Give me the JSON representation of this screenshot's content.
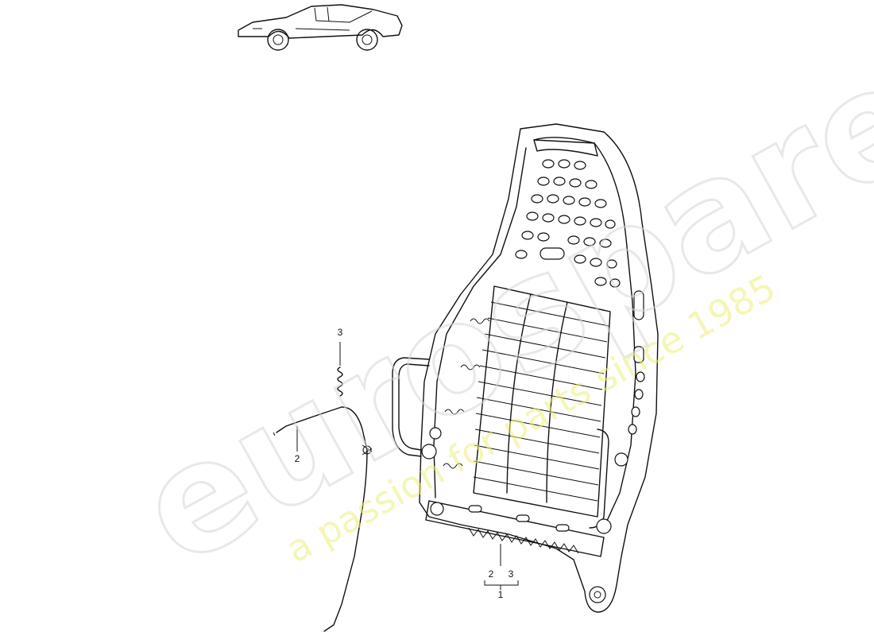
{
  "watermark": {
    "brand": "eurospares",
    "tagline": "a passion for parts since 1985"
  },
  "callouts": {
    "item_3": "3",
    "item_2": "2",
    "group_left": "2",
    "group_right": "3",
    "group_total": "1"
  },
  "colors": {
    "line": "#111111",
    "watermark_gray": "#d6d6d6",
    "watermark_yellow": "#eef07a"
  },
  "icons": {
    "car": "car-side-view-icon"
  }
}
